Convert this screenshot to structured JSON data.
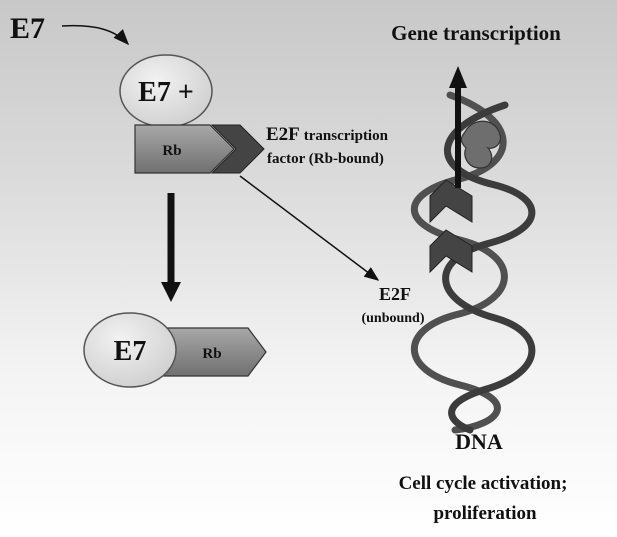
{
  "labels": {
    "e7_top": "E7",
    "e7_plus": "E7 +",
    "rb_bound": "Rb",
    "e2f_title": "E2F",
    "e2f_title_rest": "transcription",
    "e2f_sub": "factor (Rb-bound)",
    "e2f_free": "E2F",
    "e2f_free_sub": "(unbound)",
    "e7_complex": "E7",
    "rb_complex": "Rb",
    "gene_transcription": "Gene transcription",
    "dna": "DNA",
    "outcome_line1": "Cell cycle activation;",
    "outcome_line2": "proliferation"
  },
  "colors": {
    "e7_fill": "#e3e3e3",
    "rb_fill": "#8c8c8c",
    "e2f_fill": "#444444",
    "dna_strand": "#505050",
    "polymerase": "#6e6e6e"
  }
}
